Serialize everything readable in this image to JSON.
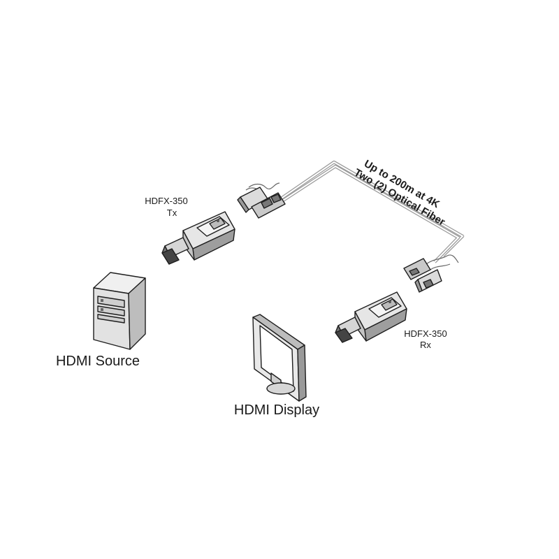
{
  "tx": {
    "model": "HDFX-350",
    "role": "Tx"
  },
  "rx": {
    "model": "HDFX-350",
    "role": "Rx"
  },
  "fiber": {
    "line1": "Up to 200m at 4K",
    "line2": "Two (2) Optical Fiber"
  },
  "source": {
    "label": "HDMI Source"
  },
  "display": {
    "label": "HDMI Display"
  },
  "colors": {
    "line": "#1e1e1e",
    "body_light": "#f2f2f2",
    "body_mid": "#cfcfcf",
    "body_dark": "#8c8c8c",
    "cable": "#bdbdbd"
  }
}
